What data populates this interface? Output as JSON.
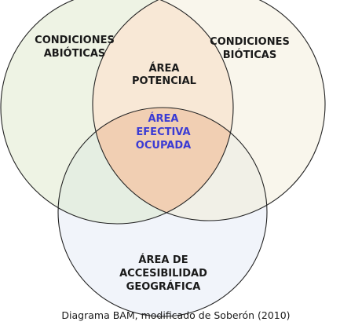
{
  "diagram": {
    "circle_abiotic": {
      "line1": "CONDICIONES",
      "line2": "ABIÓTICAS"
    },
    "circle_biotic": {
      "line1": "CONDICIONES",
      "line2": "BIÓTICAS"
    },
    "circle_geographic": {
      "line1": "ÁREA DE",
      "line2": "ACCESIBILIDAD",
      "line3": "GEOGRÁFICA"
    },
    "potential_area": {
      "line1": "ÁREA",
      "line2": "POTENCIAL"
    },
    "occupied_area": {
      "line1": "ÁREA",
      "line2": "EFECTIVA",
      "line3": "OCUPADA"
    },
    "caption": "Diagrama BAM, modificado de Soberón (2010)"
  },
  "colors": {
    "abiotic_fill": "#eef3e4",
    "biotic_fill": "#f9f6ec",
    "geographic_fill": "#f1f4fa",
    "potential_fill": "#f8e8d6",
    "occupied_fill": "#f1cfb3",
    "ab_geo_fill": "#e5eee2",
    "bi_geo_fill": "#f1f0e7",
    "stroke": "#222222",
    "occupied_text": "#3b3bd4"
  }
}
